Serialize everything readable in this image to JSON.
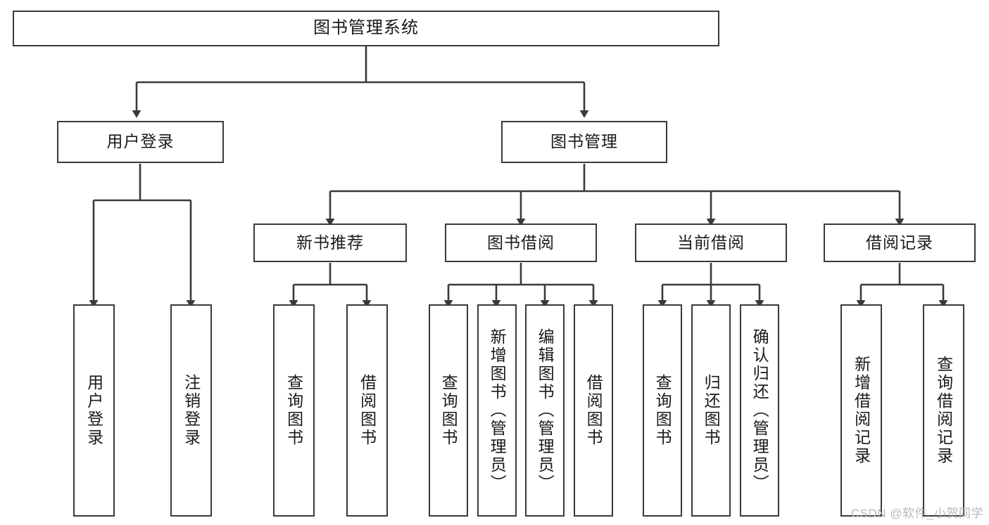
{
  "diagram": {
    "type": "tree-hierarchy",
    "title": "图书管理系统",
    "watermark": "CSDN @软件_小贺同学",
    "colors": {
      "box_border": "#3a3a3a",
      "box_fill": "#ffffff",
      "line": "#3a3a3a",
      "text": "#1a1a1a",
      "watermark": "#b8b8b8"
    },
    "nodes": {
      "root": {
        "label": "图书管理系统"
      },
      "level2": [
        {
          "id": "user-login",
          "label": "用户登录"
        },
        {
          "id": "book-manage",
          "label": "图书管理"
        }
      ],
      "level3": [
        {
          "id": "new-book-rec",
          "label": "新书推荐"
        },
        {
          "id": "book-borrow",
          "label": "图书借阅"
        },
        {
          "id": "current-borrow",
          "label": "当前借阅"
        },
        {
          "id": "borrow-record",
          "label": "借阅记录"
        }
      ],
      "leaves": {
        "user_login": [
          {
            "id": "leaf-user-login",
            "label": "用户登录"
          },
          {
            "id": "leaf-logout",
            "label": "注销登录"
          }
        ],
        "new_book_rec": [
          {
            "id": "leaf-query-book-1",
            "label": "查询图书"
          },
          {
            "id": "leaf-borrow-book-1",
            "label": "借阅图书"
          }
        ],
        "book_borrow": [
          {
            "id": "leaf-query-book-2",
            "label": "查询图书"
          },
          {
            "id": "leaf-add-book",
            "label": "新增图书（管理员）"
          },
          {
            "id": "leaf-edit-book",
            "label": "编辑图书（管理员）"
          },
          {
            "id": "leaf-borrow-book-2",
            "label": "借阅图书"
          }
        ],
        "current_borrow": [
          {
            "id": "leaf-query-book-3",
            "label": "查询图书"
          },
          {
            "id": "leaf-return-book",
            "label": "归还图书"
          },
          {
            "id": "leaf-confirm-return",
            "label": "确认归还（管理员）"
          }
        ],
        "borrow_record": [
          {
            "id": "leaf-add-record",
            "label": "新增借阅记录"
          },
          {
            "id": "leaf-query-record",
            "label": "查询借阅记录"
          }
        ]
      }
    }
  }
}
